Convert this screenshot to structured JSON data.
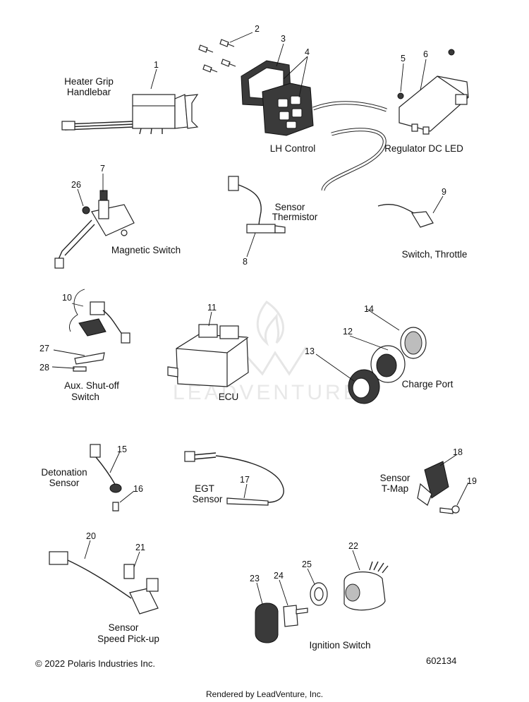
{
  "diagram": {
    "labels": {
      "heater_grip_handlebar": [
        "Heater Grip",
        "Handlebar"
      ],
      "lh_control": "LH Control",
      "regulator_dc_led": "Regulator DC LED",
      "magnetic_switch": "Magnetic Switch",
      "sensor_thermistor": [
        "Sensor",
        "Thermistor"
      ],
      "switch_throttle": "Switch, Throttle",
      "aux_shutoff_switch": [
        "Aux. Shut-off",
        "Switch"
      ],
      "ecu": "ECU",
      "charge_port": "Charge Port",
      "detonation_sensor": [
        "Detonation",
        "Sensor"
      ],
      "egt_sensor": [
        "EGT",
        "Sensor"
      ],
      "sensor_tmap": [
        "Sensor",
        "T-Map"
      ],
      "sensor_speed_pickup": [
        "Sensor",
        "Speed Pick-up"
      ],
      "ignition_switch": "Ignition Switch"
    },
    "callouts": [
      "1",
      "2",
      "3",
      "4",
      "5",
      "6",
      "7",
      "8",
      "9",
      "10",
      "11",
      "12",
      "13",
      "14",
      "15",
      "16",
      "17",
      "18",
      "19",
      "20",
      "21",
      "22",
      "23",
      "24",
      "25",
      "26",
      "27",
      "28"
    ],
    "copyright": "© 2022 Polaris Industries Inc.",
    "diagram_number": "602134",
    "watermark": "LEADVENTURE",
    "rendered_by": "Rendered by LeadVenture, Inc."
  }
}
